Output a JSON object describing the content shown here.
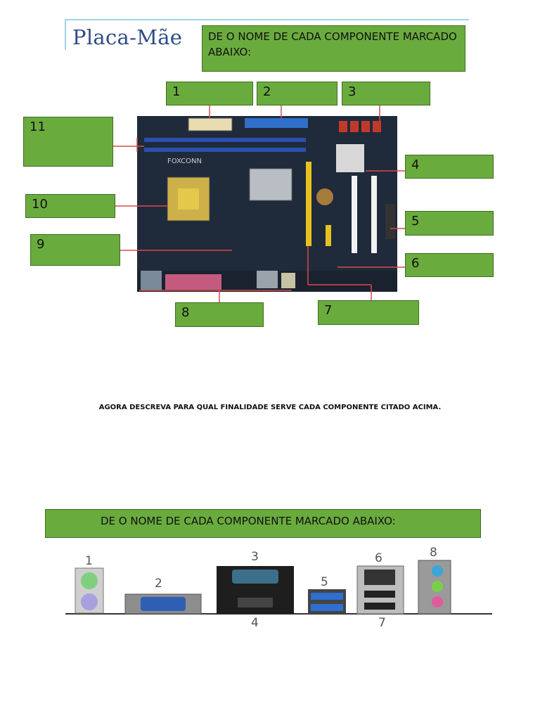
{
  "header": {
    "title": "Placa-Mãe"
  },
  "section1": {
    "instruction": "DE O NOME DE CADA COMPONENTE MARCADO ABAIXO:",
    "labels": [
      "1",
      "2",
      "3",
      "4",
      "5",
      "6",
      "7",
      "8",
      "9",
      "10",
      "11"
    ],
    "board_print": {
      "brand": "FOXCONN"
    }
  },
  "middle": {
    "instruction": "AGORA DESCREVA PARA QUAL FINALIDADE SERVE CADA COMPONENTE CITADO ACIMA."
  },
  "section2": {
    "instruction": "DE O NOME DE CADA COMPONENTE MARCADO ABAIXO:",
    "port_numbers": [
      "1",
      "2",
      "3",
      "4",
      "5",
      "6",
      "7",
      "8"
    ]
  },
  "colors": {
    "label_green": "#6aab3e",
    "title_blue": "#2d4c86",
    "board_dark": "#1f2a3a",
    "pointer_red": "#d84b4b"
  }
}
